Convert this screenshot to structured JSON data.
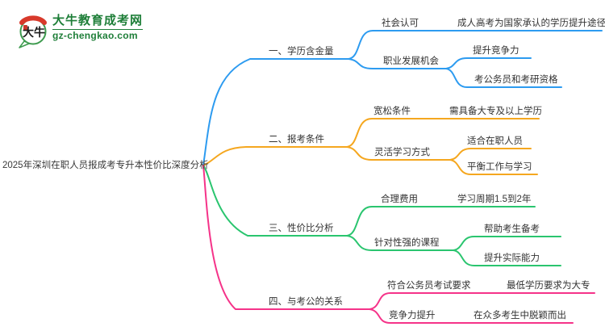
{
  "logo": {
    "icon_text": "大牛",
    "site_name": "大牛教育成考网",
    "site_url": "gz-chengkao.com",
    "colors": {
      "brand_green": "#1E7E38",
      "seal_red": "#D8392B"
    }
  },
  "mindmap": {
    "central_topic": "2025年深圳在职人员报成考专升本性价比深度分析",
    "topic_color": "#333333",
    "branches": [
      {
        "label": "一、学历含金量",
        "color": "#2D9BF0",
        "children": [
          {
            "label": "社会认可",
            "leaves": [
              "成人高考为国家承认的学历提升途径"
            ]
          },
          {
            "label": "职业发展机会",
            "leaves": [
              "提升竞争力",
              "考公务员和考研资格"
            ]
          }
        ]
      },
      {
        "label": "二、报考条件",
        "color": "#F5A71F",
        "children": [
          {
            "label": "宽松条件",
            "leaves": [
              "需具备大专及以上学历"
            ]
          },
          {
            "label": "灵活学习方式",
            "leaves": [
              "适合在职人员",
              "平衡工作与学习"
            ]
          }
        ]
      },
      {
        "label": "三、性价比分析",
        "color": "#2AC56F",
        "children": [
          {
            "label": "合理费用",
            "leaves": [
              "学习周期1.5到2年"
            ]
          },
          {
            "label": "针对性强的课程",
            "leaves": [
              "帮助考生备考",
              "提升实际能力"
            ]
          }
        ]
      },
      {
        "label": "四、与考公的关系",
        "color": "#F53389",
        "children": [
          {
            "label": "符合公务员考试要求",
            "leaves": [
              "最低学历要求为大专"
            ]
          },
          {
            "label": "竞争力提升",
            "leaves": [
              "在众多考生中脱颖而出"
            ]
          }
        ]
      }
    ]
  }
}
